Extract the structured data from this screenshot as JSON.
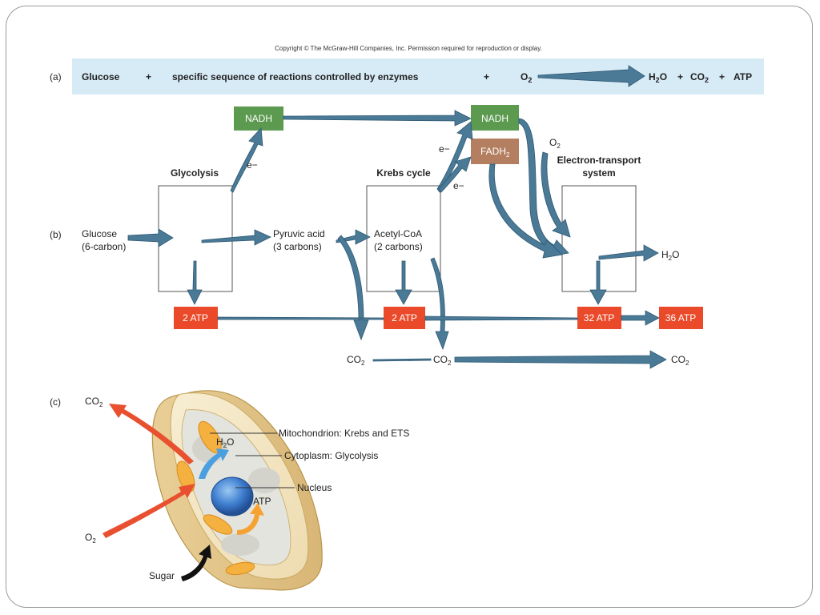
{
  "copyright": "Copyright © The McGraw-Hill Companies, Inc. Permission required for reproduction or display.",
  "panel_a": {
    "label": "(a)",
    "glucose": "Glucose",
    "plus": "+",
    "reactions": "specific sequence of reactions controlled by enzymes",
    "o2": "O",
    "o2_sub": "2",
    "h2o_h": "H",
    "h2o_sub": "2",
    "h2o_o": "O",
    "co2": "CO",
    "co2_sub": "2",
    "atp": "ATP"
  },
  "panel_b": {
    "label": "(b)",
    "glycolysis": "Glycolysis",
    "krebs": "Krebs cycle",
    "ets_line1": "Electron-transport",
    "ets_line2": "system",
    "glucose_line1": "Glucose",
    "glucose_line2": "(6-carbon)",
    "pyruvic_line1": "Pyruvic acid",
    "pyruvic_line2": "(3 carbons)",
    "acetyl_line1": "Acetyl-CoA",
    "acetyl_line2": "(2 carbons)",
    "nadh": "NADH",
    "fadh": "FADH",
    "fadh_sub": "2",
    "electron": "e−",
    "o2": "O",
    "o2_sub": "2",
    "h2o": "H",
    "h2o_sub": "2",
    "h2o_o": "O",
    "atp_2": "2 ATP",
    "atp_32": "32 ATP",
    "atp_36": "36 ATP",
    "co2": "CO",
    "co2_sub": "2",
    "colors": {
      "nadh": "#5b9a4f",
      "fadh": "#b47e60",
      "atp": "#ea4a2a",
      "arrow": "#4a7a96",
      "banner": "#d7ebf7"
    }
  },
  "panel_c": {
    "label": "(c)",
    "co2": "CO",
    "co2_sub": "2",
    "o2": "O",
    "o2_sub": "2",
    "h2o": "H",
    "h2o_sub": "2",
    "h2o_o": "O",
    "atp": "ATP",
    "sugar": "Sugar",
    "mito": "Mitochondrion: Krebs and ETS",
    "cyto": "Cytoplasm: Glycolysis",
    "nucleus": "Nucleus"
  }
}
